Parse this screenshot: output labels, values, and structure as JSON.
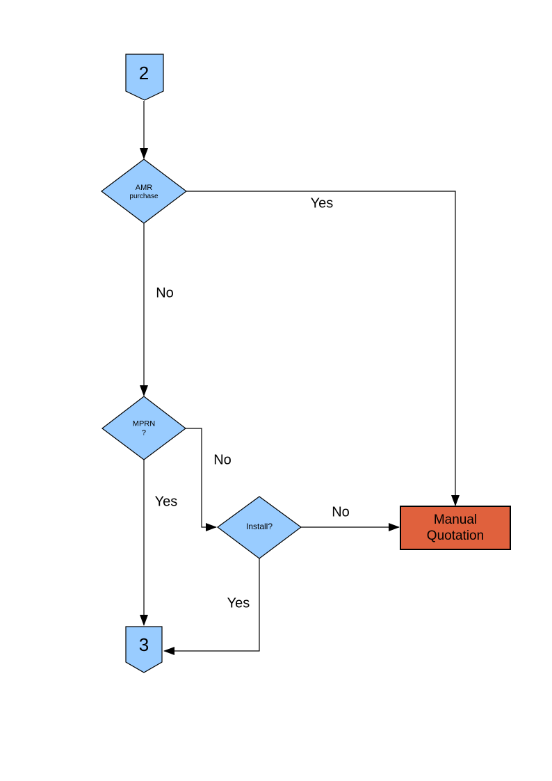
{
  "page": {
    "background": "#FFFFFF"
  },
  "flowchart": {
    "colors": {
      "node_fill": "#99CCFF",
      "node_border": "#000000",
      "manual_quotation_fill": "#E0613D",
      "line": "#000000",
      "text": "#000000"
    },
    "nodes": {
      "connector_2": {
        "label": "2",
        "type": "off-page-connector"
      },
      "amr_purchase": {
        "line1": "AMR",
        "line2": "purchase",
        "type": "decision"
      },
      "mprn": {
        "line1": "MPRN",
        "line2": "?",
        "type": "decision"
      },
      "install": {
        "label": "Install?",
        "type": "decision"
      },
      "manual_quotation": {
        "line1": "Manual",
        "line2": "Quotation",
        "type": "process"
      },
      "connector_3": {
        "label": "3",
        "type": "off-page-connector"
      }
    },
    "edge_labels": {
      "amr_yes": "Yes",
      "amr_no": "No",
      "mprn_no": "No",
      "mprn_yes": "Yes",
      "install_no": "No",
      "install_yes": "Yes"
    }
  }
}
